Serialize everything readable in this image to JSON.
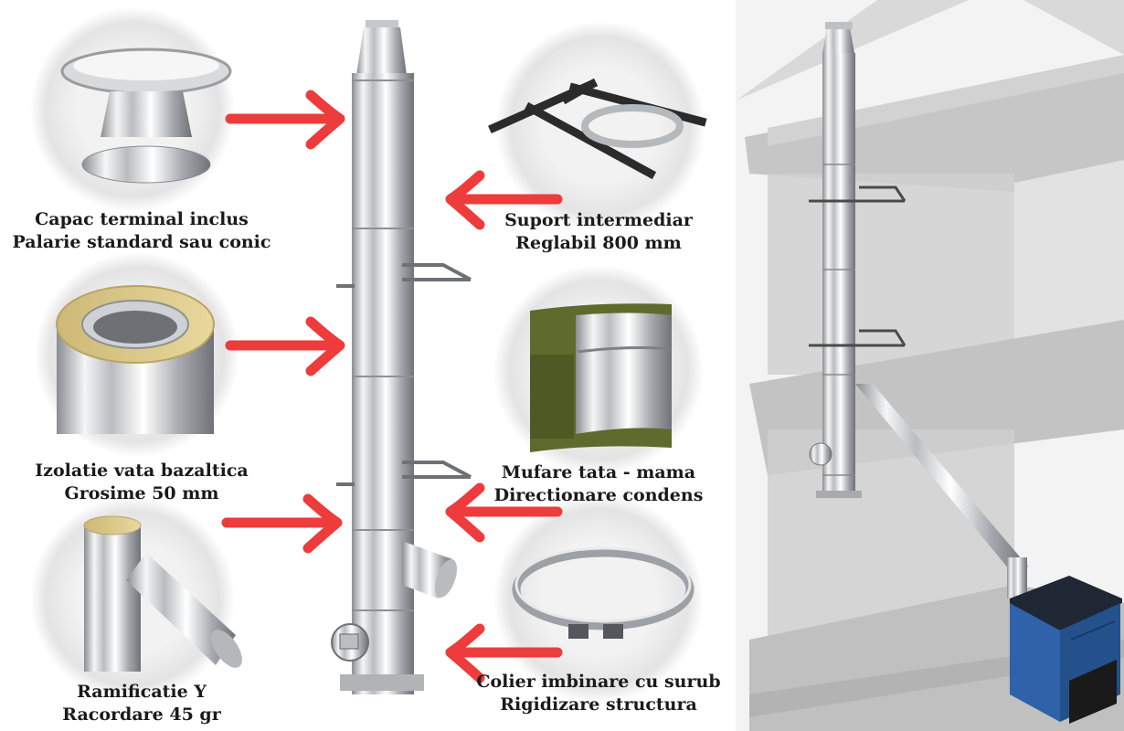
{
  "colors": {
    "arrow": "#ee3b3b",
    "stove": "#2f62a8",
    "steel": "#c9ccd0",
    "room": "#bfbfbf"
  },
  "icons": [
    "red-arrow-icon",
    "chimney-pipe-icon",
    "stove-icon"
  ],
  "components": [
    {
      "line1": "Capac terminal inclus",
      "line2": "Palarie standard sau conic"
    },
    {
      "line1": "Izolatie vata bazaltica",
      "line2": "Grosime 50 mm"
    },
    {
      "line1": "Ramificatie Y",
      "line2": "Racordare 45 gr"
    },
    {
      "line1": "Suport intermediar",
      "line2": "Reglabil 800 mm"
    },
    {
      "line1": "Mufare tata - mama",
      "line2": "Directionare condens"
    },
    {
      "line1": "Colier imbinare cu surub",
      "line2": "Rigidizare structura"
    }
  ]
}
